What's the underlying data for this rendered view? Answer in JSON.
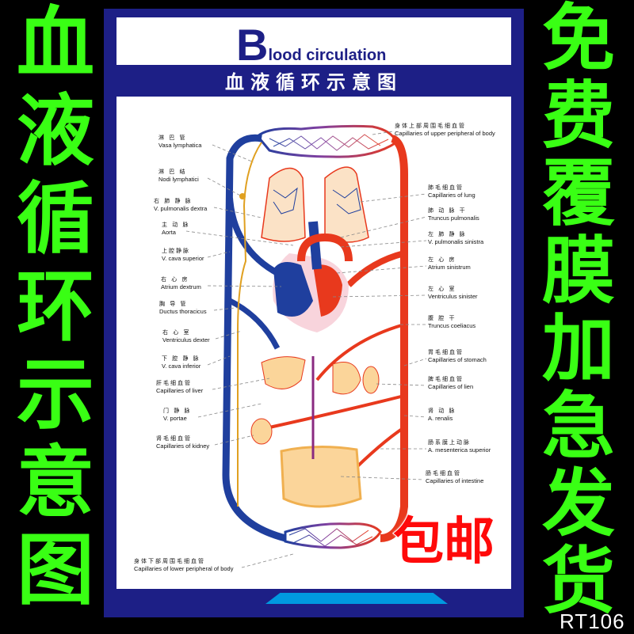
{
  "side_banner_left": {
    "chars": [
      "血",
      "液",
      "循",
      "环",
      "示",
      "意",
      "图"
    ],
    "color": "#39ff14"
  },
  "side_banner_right": {
    "chars": [
      "免",
      "费",
      "覆",
      "膜",
      "加",
      "急",
      "发",
      "货"
    ],
    "color": "#39ff14"
  },
  "product_code": "RT106",
  "promo_text": "包邮",
  "poster": {
    "title_en_initial": "B",
    "title_en_rest": "lood circulation",
    "title_cn": "血液循环示意图",
    "colors": {
      "frame": "#1d1f86",
      "accent": "#0099e0",
      "artery": "#e8391d",
      "vein": "#1f3f9e",
      "lymph": "#e0a020"
    }
  },
  "labels_left": [
    {
      "cn": "淋 巴 管",
      "en": "Vasa lymphatica"
    },
    {
      "cn": "淋 巴 结",
      "en": "Nodi lymphatici"
    },
    {
      "cn": "右 肺 静 脉",
      "en": "V. pulmonalis dextra"
    },
    {
      "cn": "主 动 脉",
      "en": "Aorta"
    },
    {
      "cn": "上腔静脉",
      "en": "V. cava superior"
    },
    {
      "cn": "右 心 房",
      "en": "Atrium dextrum"
    },
    {
      "cn": "胸 导 管",
      "en": "Ductus thoracicus"
    },
    {
      "cn": "右 心 室",
      "en": "Ventriculus dexter"
    },
    {
      "cn": "下 腔 静 脉",
      "en": "V. cava inferior"
    },
    {
      "cn": "肝毛细血管",
      "en": "Capillaries of liver"
    },
    {
      "cn": "门 静 脉",
      "en": "V. portae"
    },
    {
      "cn": "肾毛细血管",
      "en": "Capillaries of kidney"
    },
    {
      "cn": "身体下部周围毛细血管",
      "en": "Capillaries of lower peripheral of body"
    }
  ],
  "labels_right": [
    {
      "cn": "身体上部周围毛细血管",
      "en": "Capillaries of upper peripheral of body"
    },
    {
      "cn": "肺毛细血管",
      "en": "Capillaries of lung"
    },
    {
      "cn": "肺 动 脉 干",
      "en": "Truncus pulmonalis"
    },
    {
      "cn": "左 肺 静 脉",
      "en": "V. pulmonalis sinistra"
    },
    {
      "cn": "左 心 房",
      "en": "Atrium sinistrum"
    },
    {
      "cn": "左 心 室",
      "en": "Ventriculus sinister"
    },
    {
      "cn": "腹 腔 干",
      "en": "Truncus coeliacus"
    },
    {
      "cn": "胃毛细血管",
      "en": "Capillaries of stomach"
    },
    {
      "cn": "脾毛细血管",
      "en": "Capillaries of lien"
    },
    {
      "cn": "肾 动 脉",
      "en": "A. renalis"
    },
    {
      "cn": "肠系膜上动脉",
      "en": "A. mesenterica superior"
    },
    {
      "cn": "肠毛细血管",
      "en": "Capillaries of intestine"
    }
  ]
}
